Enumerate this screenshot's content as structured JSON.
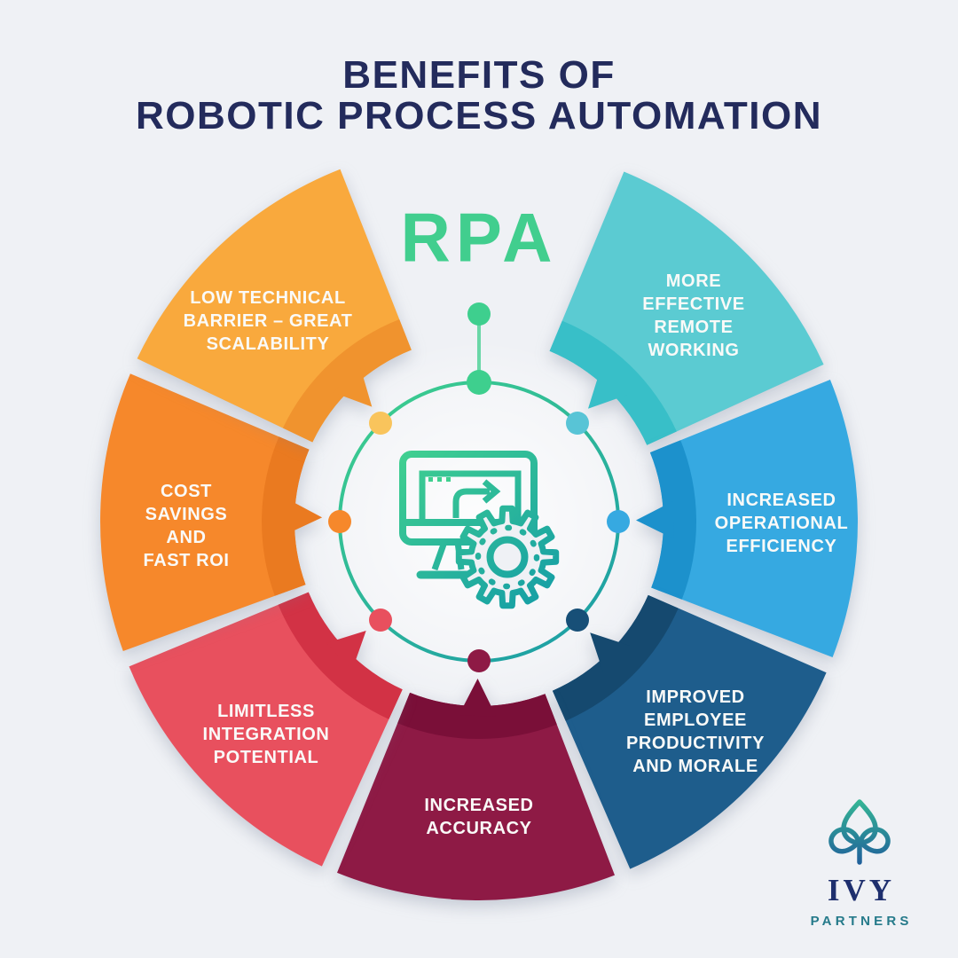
{
  "background_color": "#EFF1F5",
  "title": {
    "lines": [
      "BENEFITS OF",
      "ROBOTIC PROCESS AUTOMATION"
    ],
    "color": "#232B5C"
  },
  "center": {
    "label": "RPA",
    "label_color": "#41CE8E",
    "icon": "monitor-automation-gear-icon",
    "icon_gradient": {
      "from": "#41D090",
      "to": "#149DA6"
    },
    "ring_gradient": {
      "from": "#3DCE8E",
      "to": "#1C9DA6"
    },
    "pin_color": "#3ECF8E"
  },
  "wheel": {
    "segments": [
      {
        "id": "more-effective-remote-working",
        "lines": [
          "MORE",
          "EFFECTIVE",
          "REMOTE",
          "WORKING"
        ],
        "color": "#5BCBD2",
        "band_color": "#38BFC8"
      },
      {
        "id": "increased-operational-efficiency",
        "lines": [
          "INCREASED",
          "OPERATIONAL",
          "EFFICIENCY"
        ],
        "color": "#36A9E1",
        "band_color": "#1C91CC"
      },
      {
        "id": "improved-employee-productivity-and-morale",
        "lines": [
          "IMPROVED",
          "EMPLOYEE",
          "PRODUCTIVITY",
          "AND MORALE"
        ],
        "color": "#1E5D8C",
        "band_color": "#15496F"
      },
      {
        "id": "increased-accuracy",
        "lines": [
          "INCREASED",
          "ACCURACY"
        ],
        "color": "#8E1A45",
        "band_color": "#7A0F38"
      },
      {
        "id": "limitless-integration-potential",
        "lines": [
          "LIMITLESS",
          "INTEGRATION",
          "POTENTIAL"
        ],
        "color": "#E8505E",
        "band_color": "#D23245"
      },
      {
        "id": "cost-savings-and-fast-roi",
        "lines": [
          "COST",
          "SAVINGS",
          "AND",
          "FAST ROI"
        ],
        "color": "#F6882B",
        "band_color": "#EA7A20"
      },
      {
        "id": "low-technical-barrier-great-scalability",
        "lines": [
          "LOW TECHNICAL",
          "BARRIER – GREAT",
          "SCALABILITY"
        ],
        "color": "#F9A93D",
        "band_color": "#F0932E"
      }
    ],
    "ring_dots": [
      {
        "position": "top",
        "color": "#3ECF8E"
      },
      {
        "position": "top-right",
        "color": "#58C4D6"
      },
      {
        "position": "right",
        "color": "#36A9E1"
      },
      {
        "position": "bottom-right",
        "color": "#174F77"
      },
      {
        "position": "bottom",
        "color": "#8E1A45"
      },
      {
        "position": "bottom-left",
        "color": "#E8505E"
      },
      {
        "position": "left",
        "color": "#F6882B"
      },
      {
        "position": "top-left",
        "color": "#F9C45C"
      }
    ]
  },
  "logo": {
    "mark": "ivy-leaf-logo",
    "mark_gradient": {
      "from": "#35B795",
      "to": "#1F5C9B"
    },
    "name": "IVY",
    "name_color": "#1E2F6E",
    "subtitle": "PARTNERS",
    "subtitle_color": "#257A8A"
  }
}
